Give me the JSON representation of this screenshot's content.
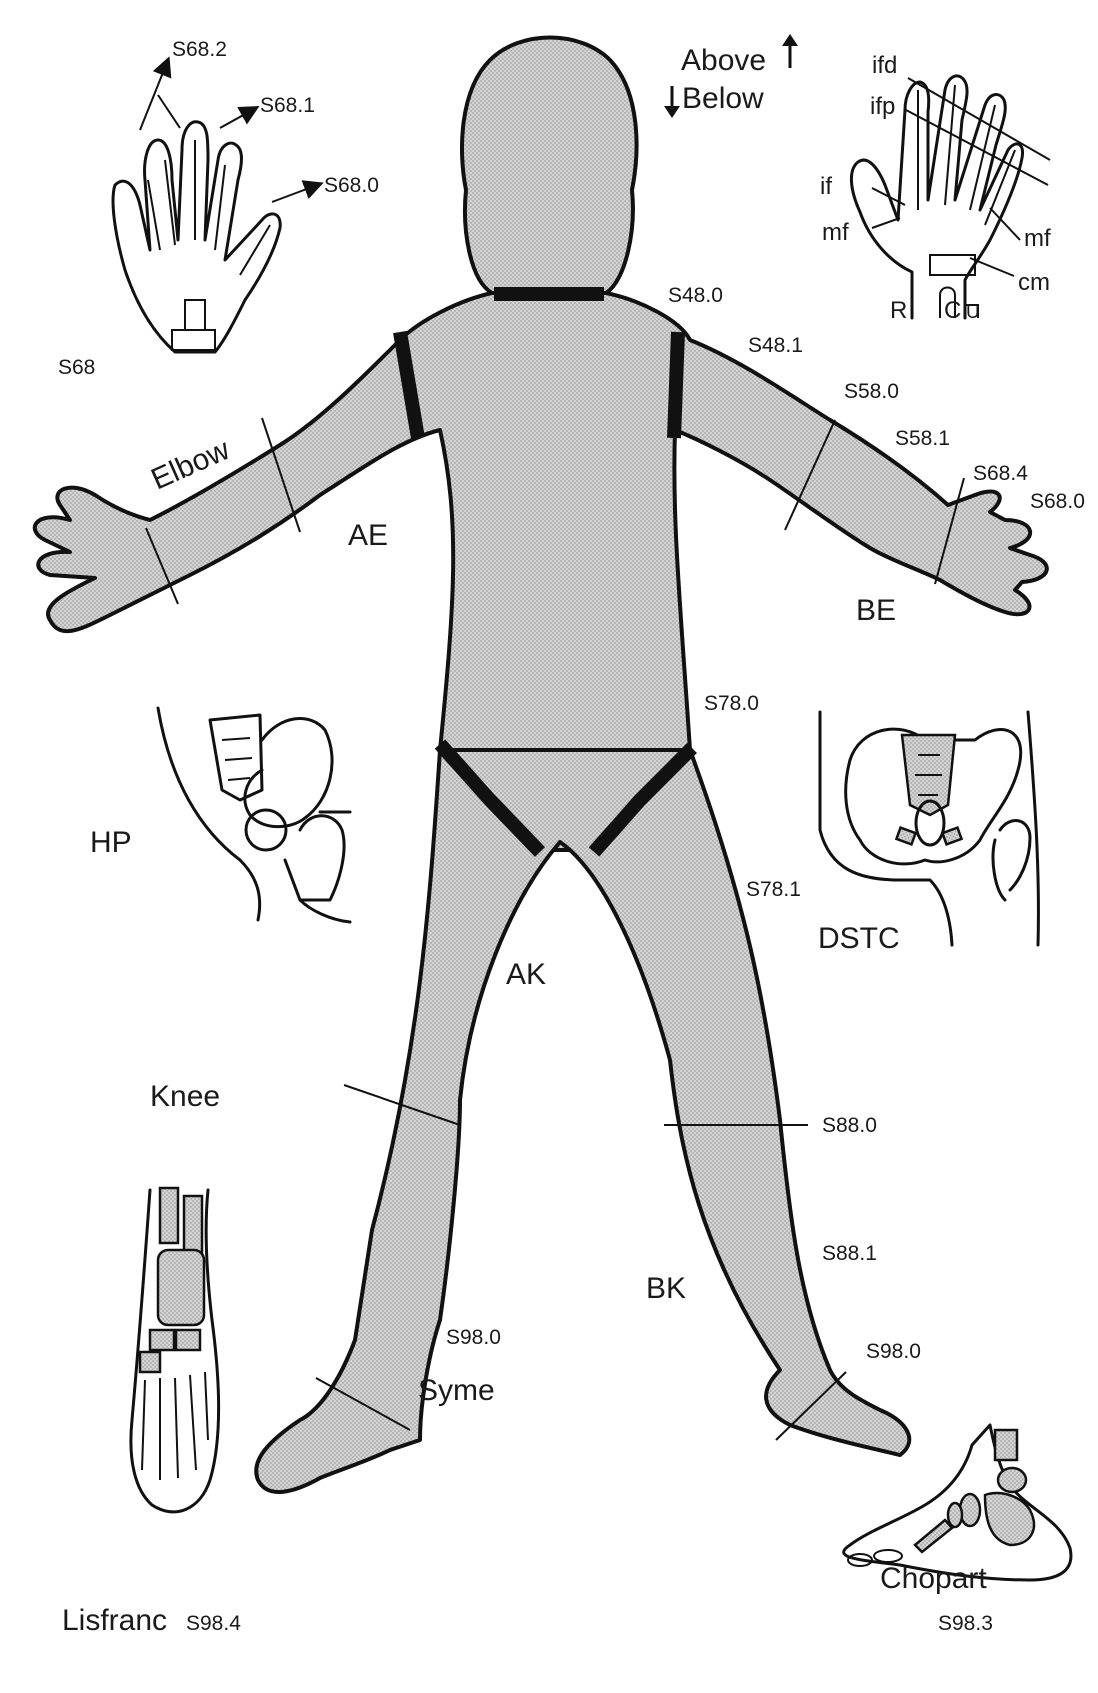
{
  "labels": {
    "above": "Above",
    "below": "Below",
    "s68_2": "S68.2",
    "s68_1": "S68.1",
    "s68_0_hand": "S68.0",
    "s68": "S68",
    "ifd": "ifd",
    "ifp": "ifp",
    "if": "if",
    "mf_left": "mf",
    "mf_right": "mf",
    "cm": "cm",
    "r": "R",
    "c": "C",
    "u": "U",
    "s48_0": "S48.0",
    "s48_1": "S48.1",
    "s58_0": "S58.0",
    "s58_1": "S58.1",
    "s68_4": "S68.4",
    "s68_0_arm": "S68.0",
    "elbow": "Elbow",
    "ae": "AE",
    "be": "BE",
    "s78_0": "S78.0",
    "hp": "HP",
    "s78_1": "S78.1",
    "dstc": "DSTC",
    "ak": "AK",
    "knee": "Knee",
    "s88_0": "S88.0",
    "s88_1": "S88.1",
    "bk": "BK",
    "s98_0_left": "S98.0",
    "syme": "Syme",
    "s98_0_right": "S98.0",
    "lisfranc": "Lisfranc",
    "s98_4": "S98.4",
    "chopart": "Chopart",
    "s98_3": "S98.3"
  },
  "icons": {
    "arrow_up": "arrow-up-icon",
    "arrow_down": "arrow-down-icon"
  },
  "colors": {
    "body_fill": "#c8c8c8",
    "ink": "#111111"
  }
}
